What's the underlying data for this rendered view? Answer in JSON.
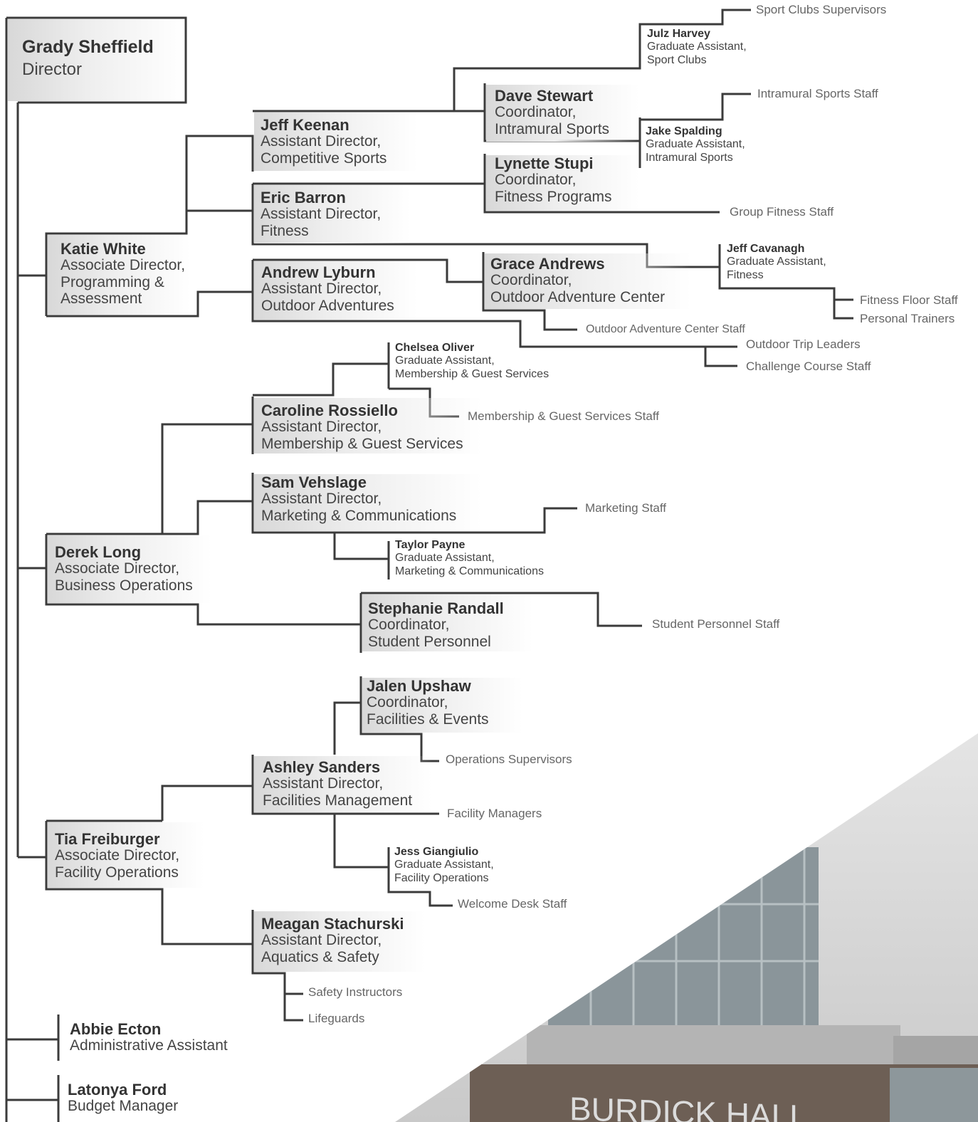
{
  "director": {
    "name": "Grady Sheffield",
    "title": "Director"
  },
  "katie": {
    "name": "Katie White",
    "title": "Associate Director,\nProgramming &\nAssessment"
  },
  "jeff_k": {
    "name": "Jeff Keenan",
    "title": "Assistant Director,\nCompetitive Sports"
  },
  "eric": {
    "name": "Eric Barron",
    "title": "Assistant Director,\nFitness"
  },
  "andrew": {
    "name": "Andrew Lyburn",
    "title": "Assistant Director,\nOutdoor Adventures"
  },
  "dave": {
    "name": "Dave Stewart",
    "title": "Coordinator,\nIntramural Sports"
  },
  "lynette": {
    "name": "Lynette Stupi",
    "title": "Coordinator,\nFitness Programs"
  },
  "grace": {
    "name": "Grace Andrews",
    "title": "Coordinator,\nOutdoor Adventure Center"
  },
  "julz": {
    "name": "Julz Harvey",
    "title": "Graduate Assistant,\nSport Clubs"
  },
  "jake": {
    "name": "Jake Spalding",
    "title": "Graduate Assistant,\nIntramural Sports"
  },
  "jeff_c": {
    "name": "Jeff Cavanagh",
    "title": "Graduate Assistant,\nFitness"
  },
  "derek": {
    "name": "Derek Long",
    "title": "Associate Director,\nBusiness Operations"
  },
  "caroline": {
    "name": "Caroline Rossiello",
    "title": "Assistant Director,\nMembership & Guest Services"
  },
  "sam": {
    "name": "Sam Vehslage",
    "title": "Assistant Director,\nMarketing & Communications"
  },
  "stephanie": {
    "name": "Stephanie Randall",
    "title": "Coordinator,\nStudent Personnel"
  },
  "chelsea": {
    "name": "Chelsea Oliver",
    "title": "Graduate Assistant,\nMembership & Guest Services"
  },
  "taylor": {
    "name": "Taylor Payne",
    "title": "Graduate Assistant,\nMarketing & Communications"
  },
  "tia": {
    "name": "Tia Freiburger",
    "title": "Associate Director,\nFacility Operations"
  },
  "ashley": {
    "name": "Ashley Sanders",
    "title": "Assistant Director,\nFacilities Management"
  },
  "meagan": {
    "name": "Meagan Stachurski",
    "title": "Assistant Director,\nAquatics & Safety"
  },
  "jalen": {
    "name": "Jalen Upshaw",
    "title": "Coordinator,\nFacilities & Events"
  },
  "jess": {
    "name": "Jess Giangiulio",
    "title": "Graduate Assistant,\nFacility Operations"
  },
  "abbie": {
    "name": "Abbie Ecton",
    "title": "Administrative Assistant"
  },
  "latonya": {
    "name": "Latonya Ford",
    "title": "Budget Manager"
  },
  "staff": {
    "sport_clubs": "Sport Clubs Supervisors",
    "intramural": "Intramural Sports Staff",
    "group_fitness": "Group Fitness Staff",
    "fitness_floor": "Fitness Floor Staff",
    "personal_trainers": "Personal Trainers",
    "oac_staff": "Outdoor Adventure Center Staff",
    "trip_leaders": "Outdoor Trip Leaders",
    "challenge": "Challenge Course Staff",
    "membership": "Membership & Guest Services Staff",
    "marketing": "Marketing Staff",
    "student_personnel": "Student Personnel Staff",
    "ops_supervisors": "Operations Supervisors",
    "facility_managers": "Facility Managers",
    "welcome_desk": "Welcome Desk Staff",
    "safety_instructors": "Safety Instructors",
    "lifeguards": "Lifeguards"
  },
  "photo_sign": "BURDICK HALL",
  "colors": {
    "line": "#3b3b3b",
    "box_fill": "#e2e2e2",
    "leaf_text": "#666666"
  }
}
